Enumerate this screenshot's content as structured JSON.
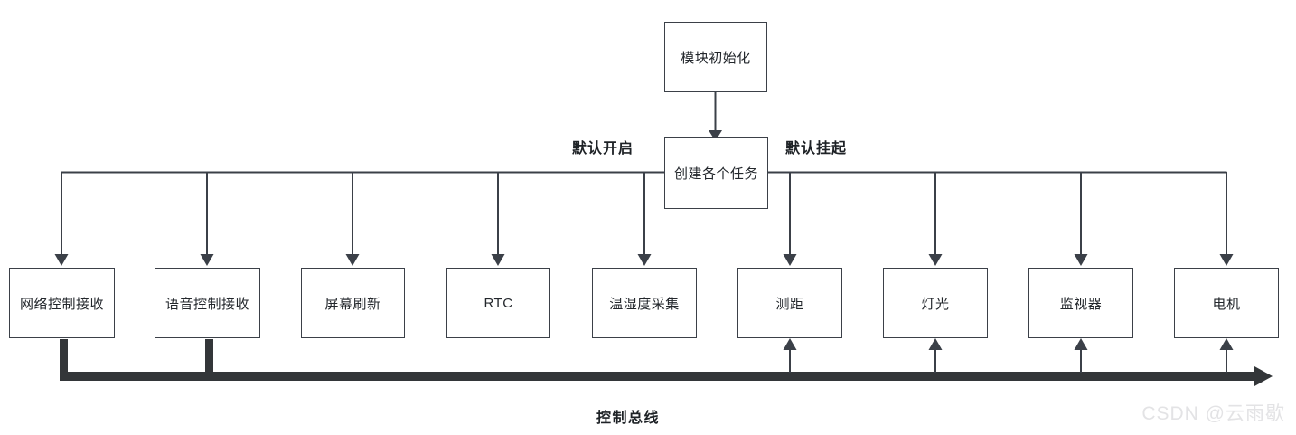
{
  "diagram": {
    "title_node": {
      "label": "模块初始化"
    },
    "dispatch_node": {
      "label": "创建各个任务"
    },
    "edge_labels": {
      "left": "默认开启",
      "right": "默认挂起"
    },
    "bus": {
      "label": "控制总线",
      "color": "#333639"
    },
    "task_nodes": [
      {
        "id": "network-control-receive",
        "label": "网络控制接收",
        "group": "default-on",
        "bus_connected": true
      },
      {
        "id": "voice-control-receive",
        "label": "语音控制接收",
        "group": "default-on",
        "bus_connected": true
      },
      {
        "id": "screen-refresh",
        "label": "屏幕刷新",
        "group": "default-on",
        "bus_connected": false
      },
      {
        "id": "rtc",
        "label": "RTC",
        "group": "default-on",
        "bus_connected": false
      },
      {
        "id": "temp-humidity-collect",
        "label": "温湿度采集",
        "group": "default-on",
        "bus_connected": false
      },
      {
        "id": "ranging",
        "label": "测距",
        "group": "default-suspended",
        "bus_connected": true
      },
      {
        "id": "lighting",
        "label": "灯光",
        "group": "default-suspended",
        "bus_connected": true
      },
      {
        "id": "monitor",
        "label": "监视器",
        "group": "default-suspended",
        "bus_connected": true
      },
      {
        "id": "motor",
        "label": "电机",
        "group": "default-suspended",
        "bus_connected": true
      }
    ],
    "colors": {
      "stroke": "#3b4048",
      "text": "#23272c",
      "bus": "#333639",
      "watermark": "#e3e3e5"
    }
  },
  "watermark": {
    "text": "CSDN @云雨歇"
  }
}
